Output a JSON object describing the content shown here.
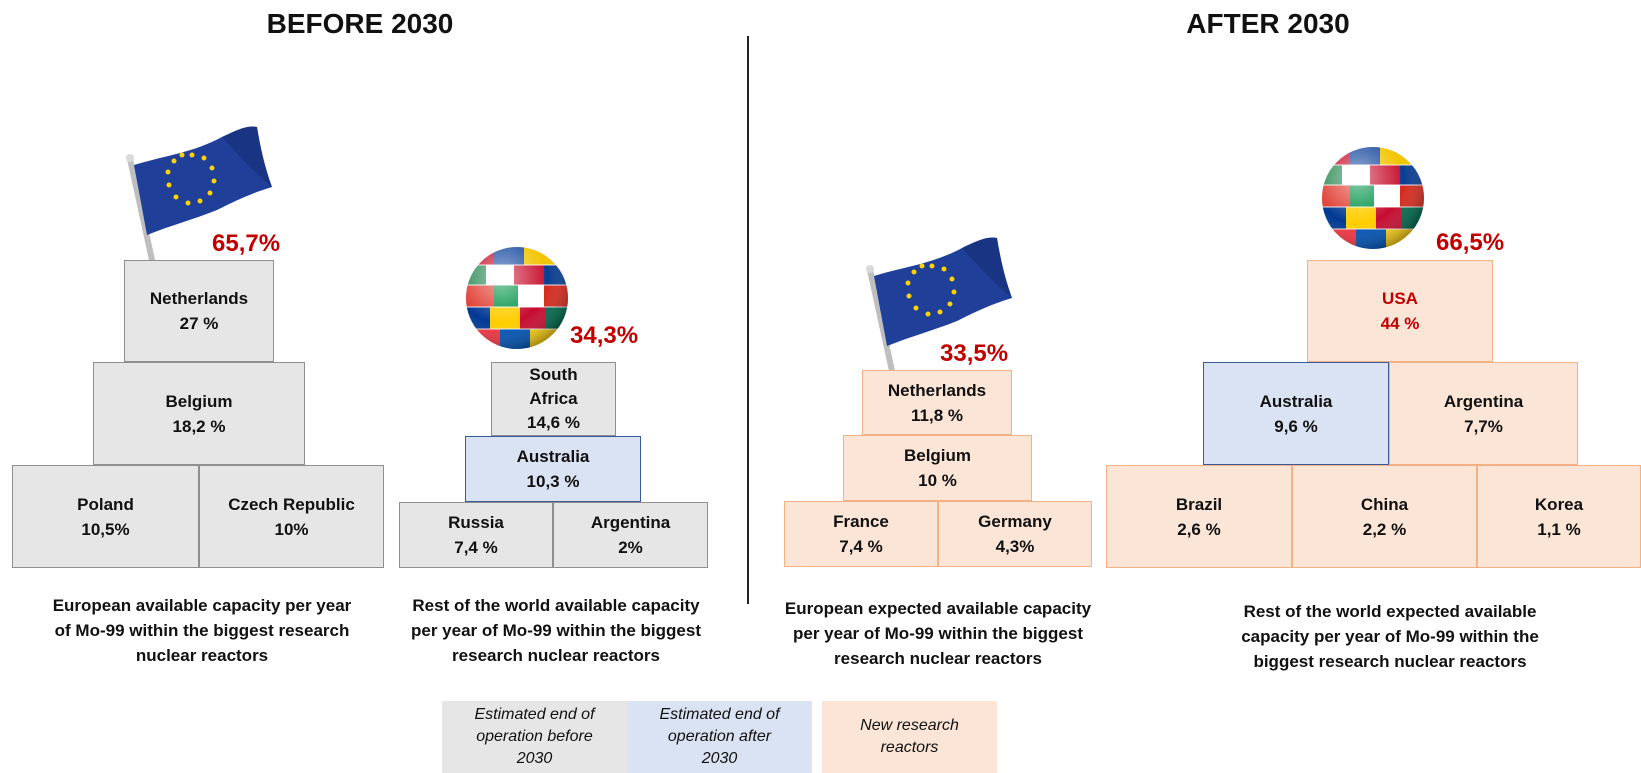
{
  "titles": {
    "before": "BEFORE 2030",
    "after": "AFTER 2030"
  },
  "before": {
    "europe": {
      "total": "65,7%",
      "blocks": [
        {
          "name": "Netherlands",
          "value": "27 %"
        },
        {
          "name": "Belgium",
          "value": "18,2 %"
        },
        {
          "name": "Poland",
          "value": "10,5%"
        },
        {
          "name": "Czech Republic",
          "value": "10%"
        }
      ],
      "caption": [
        "European available capacity per year",
        "of Mo-99 within the biggest research",
        "nuclear reactors"
      ]
    },
    "world": {
      "total": "34,3%",
      "blocks": [
        {
          "name": "South",
          "name2": "Africa",
          "value": "14,6 %"
        },
        {
          "name": "Australia",
          "value": "10,3 %"
        },
        {
          "name": "Russia",
          "value": "7,4 %"
        },
        {
          "name": "Argentina",
          "value": "2%"
        }
      ],
      "caption": [
        "Rest of the world available capacity",
        "per year of Mo-99 within the biggest",
        "research nuclear reactors"
      ]
    }
  },
  "after": {
    "europe": {
      "total": "33,5%",
      "blocks": [
        {
          "name": "Netherlands",
          "value": "11,8 %"
        },
        {
          "name": "Belgium",
          "value": "10 %"
        },
        {
          "name": "France",
          "value": "7,4 %"
        },
        {
          "name": "Germany",
          "value": "4,3%"
        }
      ],
      "caption": [
        "European expected available capacity",
        "per year of Mo-99 within the biggest",
        "research nuclear reactors"
      ]
    },
    "world": {
      "total": "66,5%",
      "blocks": [
        {
          "name": "USA",
          "value": "44 %"
        },
        {
          "name": "Australia",
          "value": "9,6 %"
        },
        {
          "name": "Argentina",
          "value": "7,7%"
        },
        {
          "name": "Brazil",
          "value": "2,6 %"
        },
        {
          "name": "China",
          "value": "2,2 %"
        },
        {
          "name": "Korea",
          "value": "1,1 %"
        }
      ],
      "caption": [
        "Rest of the world expected  available",
        "capacity per year of Mo-99 within the",
        "biggest research nuclear reactors"
      ]
    }
  },
  "legend": [
    {
      "line1": "Estimated end of",
      "line2": "operation before",
      "line3": "2030",
      "color": "#e6e6e6"
    },
    {
      "line1": "Estimated end of",
      "line2": "operation after",
      "line3": "2030",
      "color": "#dae3f3"
    },
    {
      "line1": "New research",
      "line2": "reactors",
      "color": "#fbe5d6"
    }
  ],
  "icons": {
    "eu_flag": "eu-flag-icon",
    "world_globe": "world-flags-globe-icon"
  },
  "colors": {
    "red": "#c00000",
    "grey": "#e6e6e6",
    "blue": "#dae3f3",
    "peach": "#fbe5d6"
  }
}
